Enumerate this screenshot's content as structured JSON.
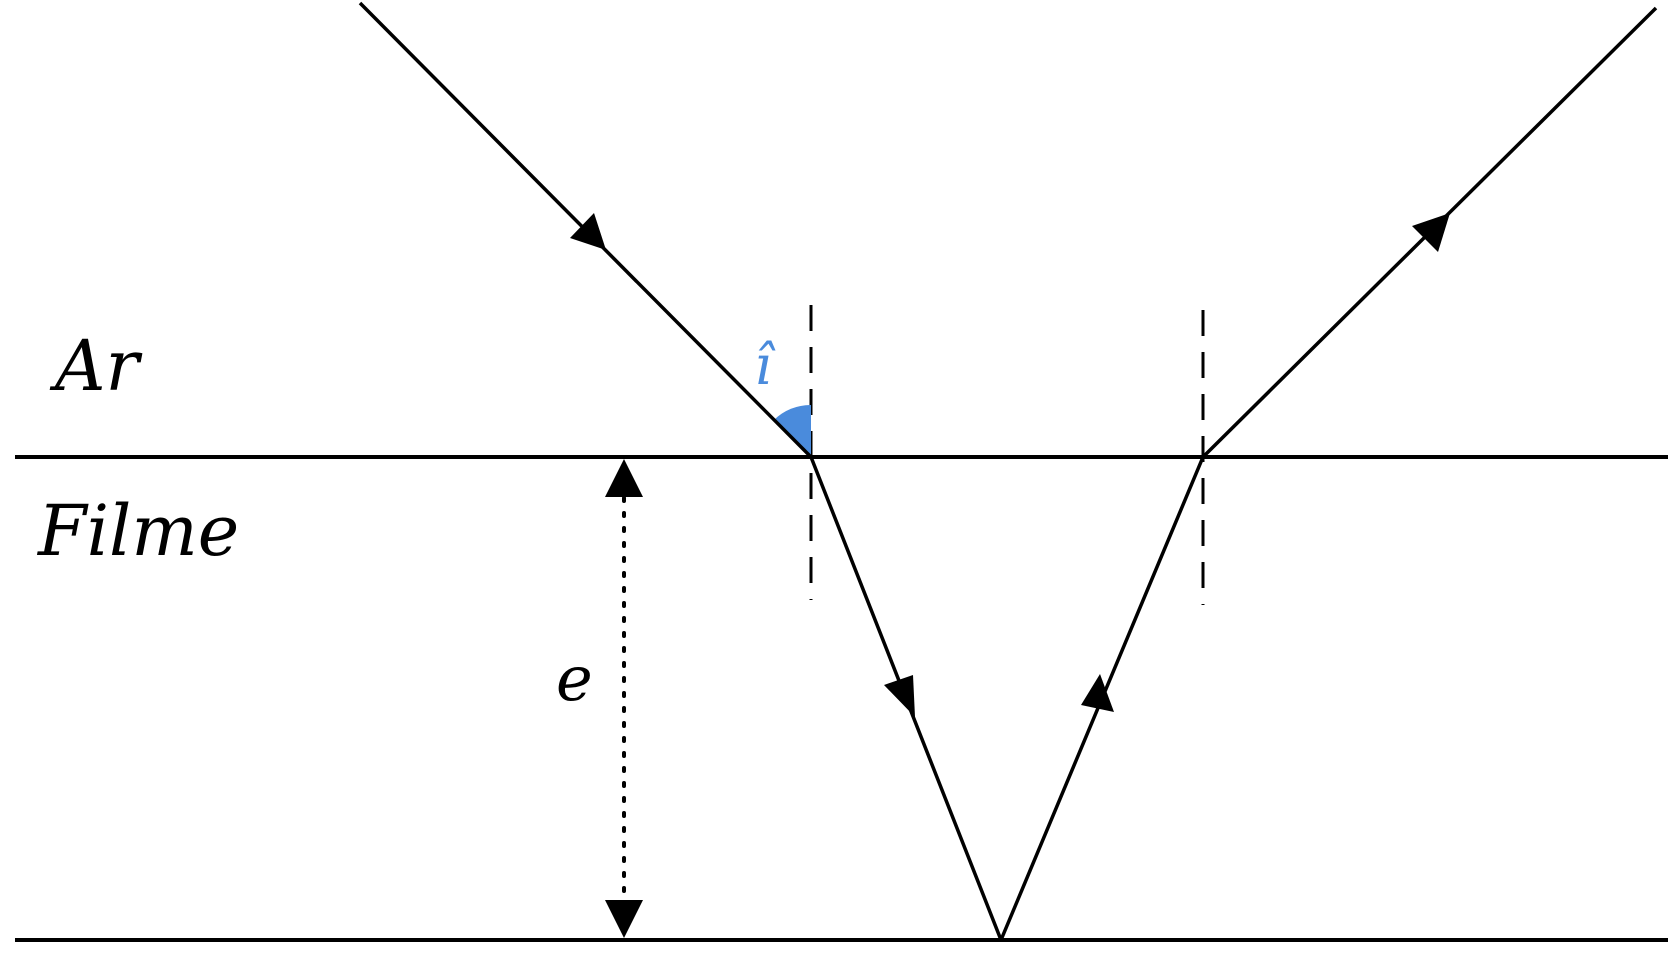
{
  "diagram": {
    "media": {
      "top_label": "Ar",
      "film_label": "Filme"
    },
    "thickness_label": "e",
    "angle_label": "î",
    "colors": {
      "ray": "#000000",
      "angle_fill": "#4a8bdc",
      "angle_label": "#4a8bdc",
      "normal": "#000000"
    }
  }
}
